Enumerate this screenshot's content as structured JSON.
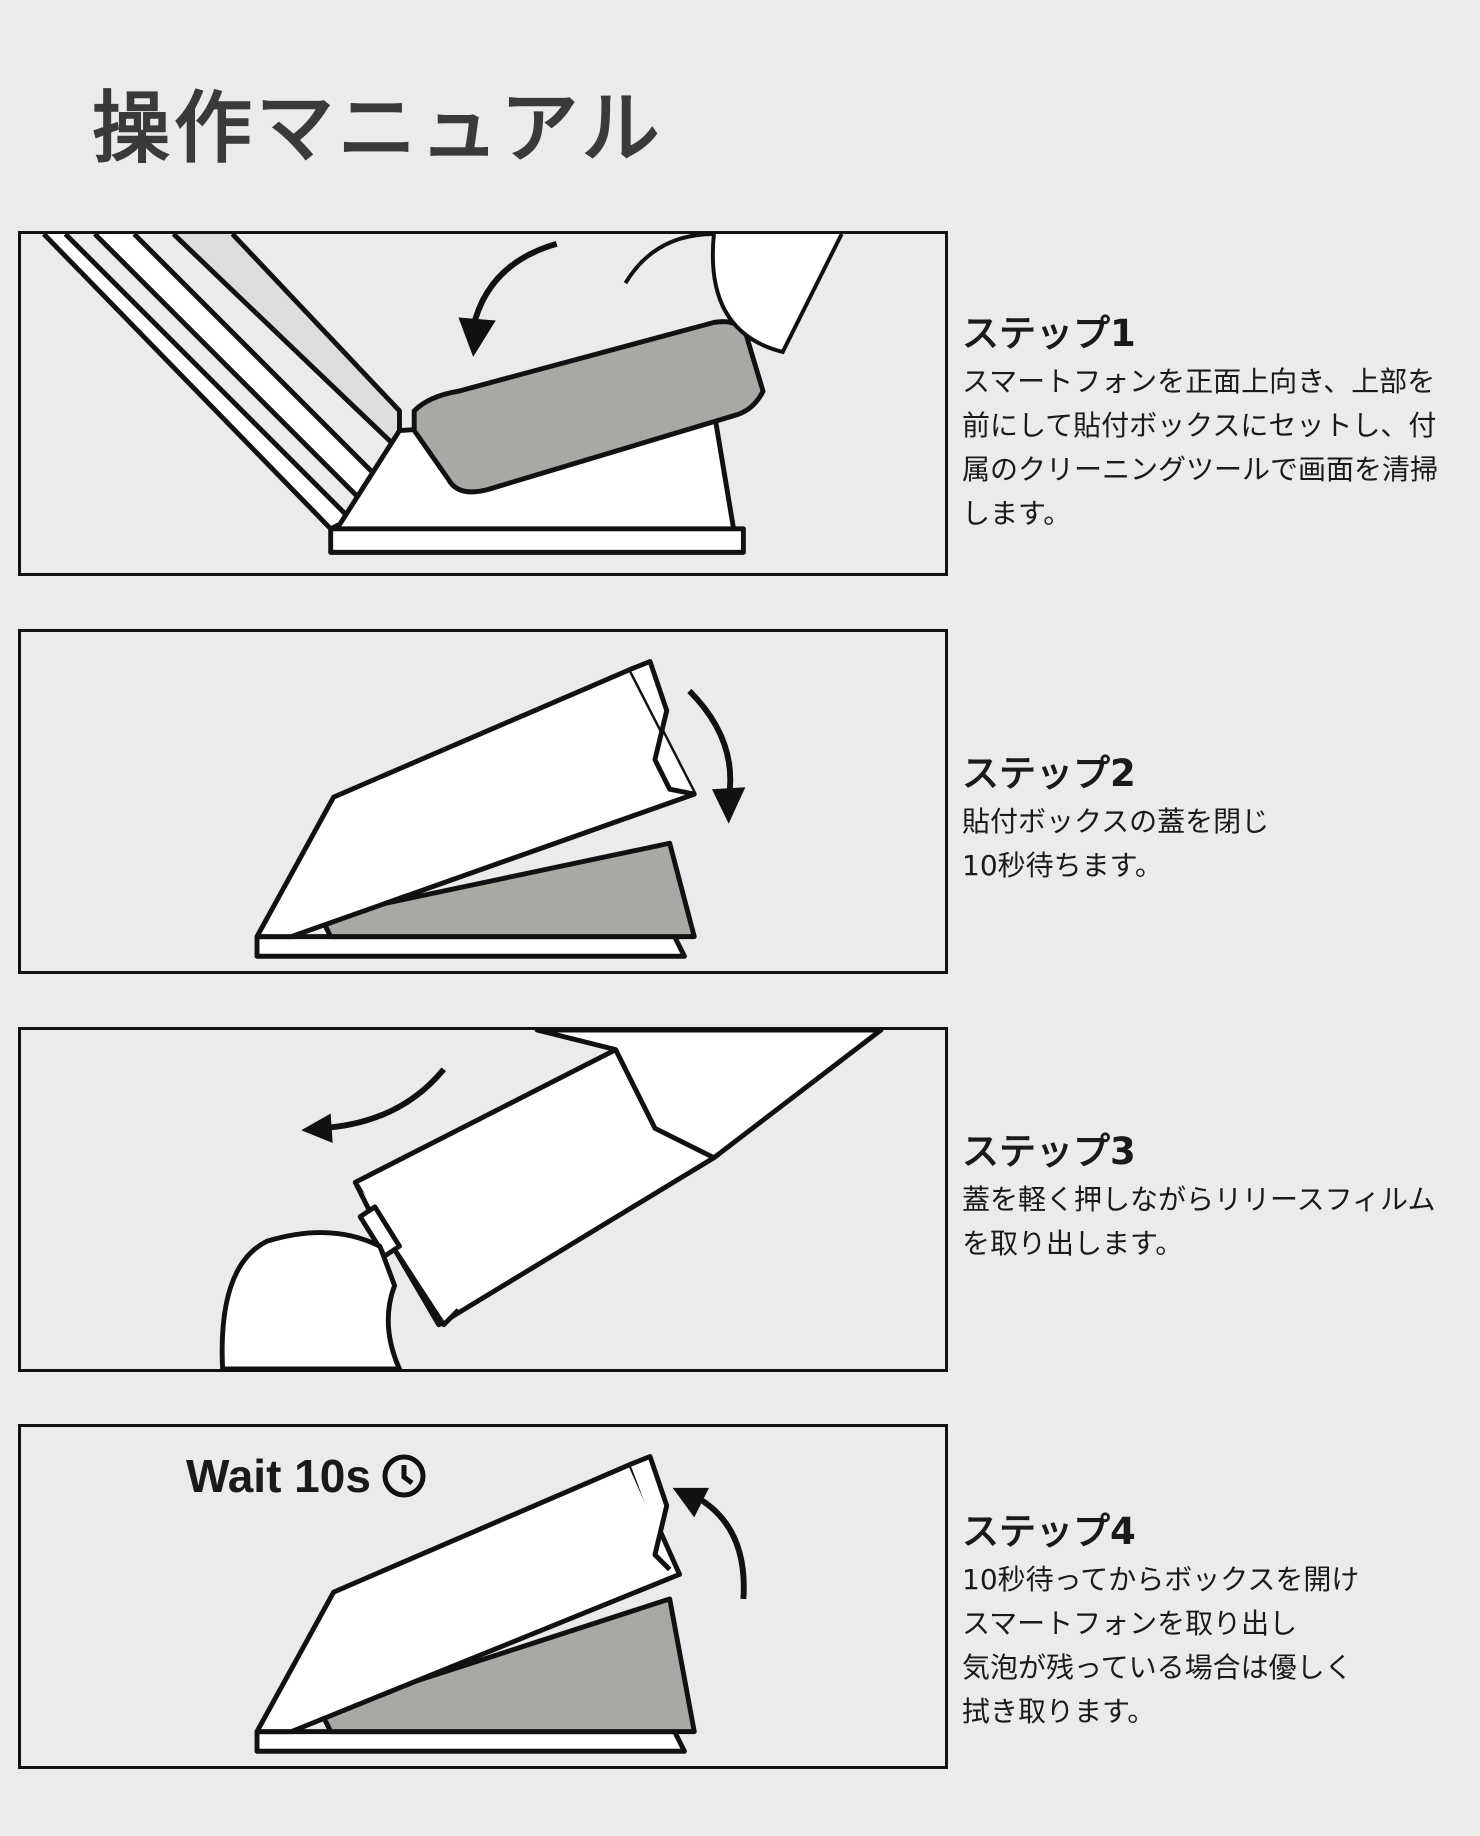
{
  "title": "操作マニュアル",
  "steps": [
    {
      "heading": "ステップ1",
      "lines": [
        "スマートフォンを正面上向き、上部を",
        "前にして貼付ボックスにセットし、付",
        "属のクリーニングツールで画面を清掃",
        "します。"
      ]
    },
    {
      "heading": "ステップ2",
      "lines": [
        "貼付ボックスの蓋を閉じ",
        "10秒待ちます。"
      ]
    },
    {
      "heading": "ステップ3",
      "lines": [
        "蓋を軽く押しながらリリースフィルム",
        "を取り出します。"
      ]
    },
    {
      "heading": "ステップ4",
      "lines": [
        "10秒待ってからボックスを開け",
        "スマートフォンを取り出し",
        "気泡が残っている場合は優しく",
        "拭き取ります。"
      ]
    }
  ],
  "wait_label": "Wait 10s"
}
